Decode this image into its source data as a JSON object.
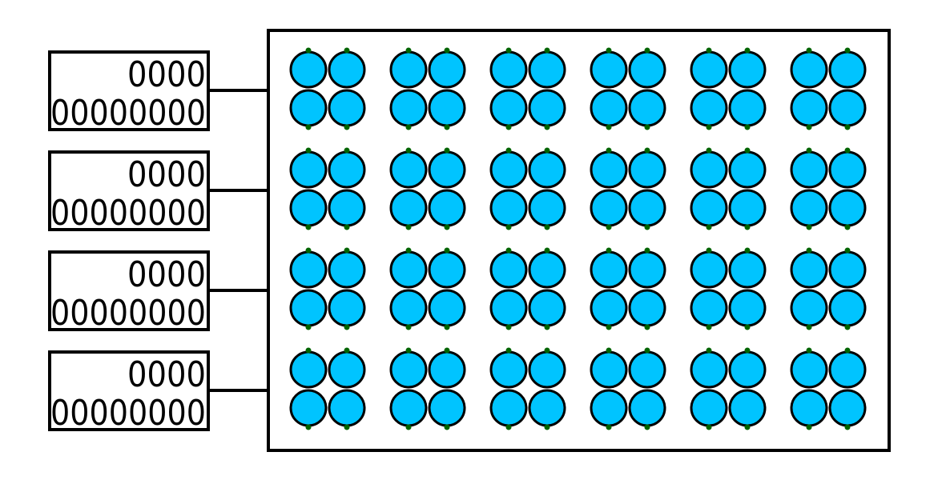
{
  "diagram": {
    "labels": [
      {
        "line1": "0000",
        "line2": "00000000"
      },
      {
        "line1": "0000",
        "line2": "00000000"
      },
      {
        "line1": "0000",
        "line2": "00000000"
      },
      {
        "line1": "0000",
        "line2": "00000000"
      }
    ],
    "grid": {
      "rows": 4,
      "cols": 6
    },
    "colors": {
      "circle_fill": "#00c4ff",
      "circle_stroke": "#000000",
      "dot": "#006400",
      "frame": "#000000"
    }
  }
}
